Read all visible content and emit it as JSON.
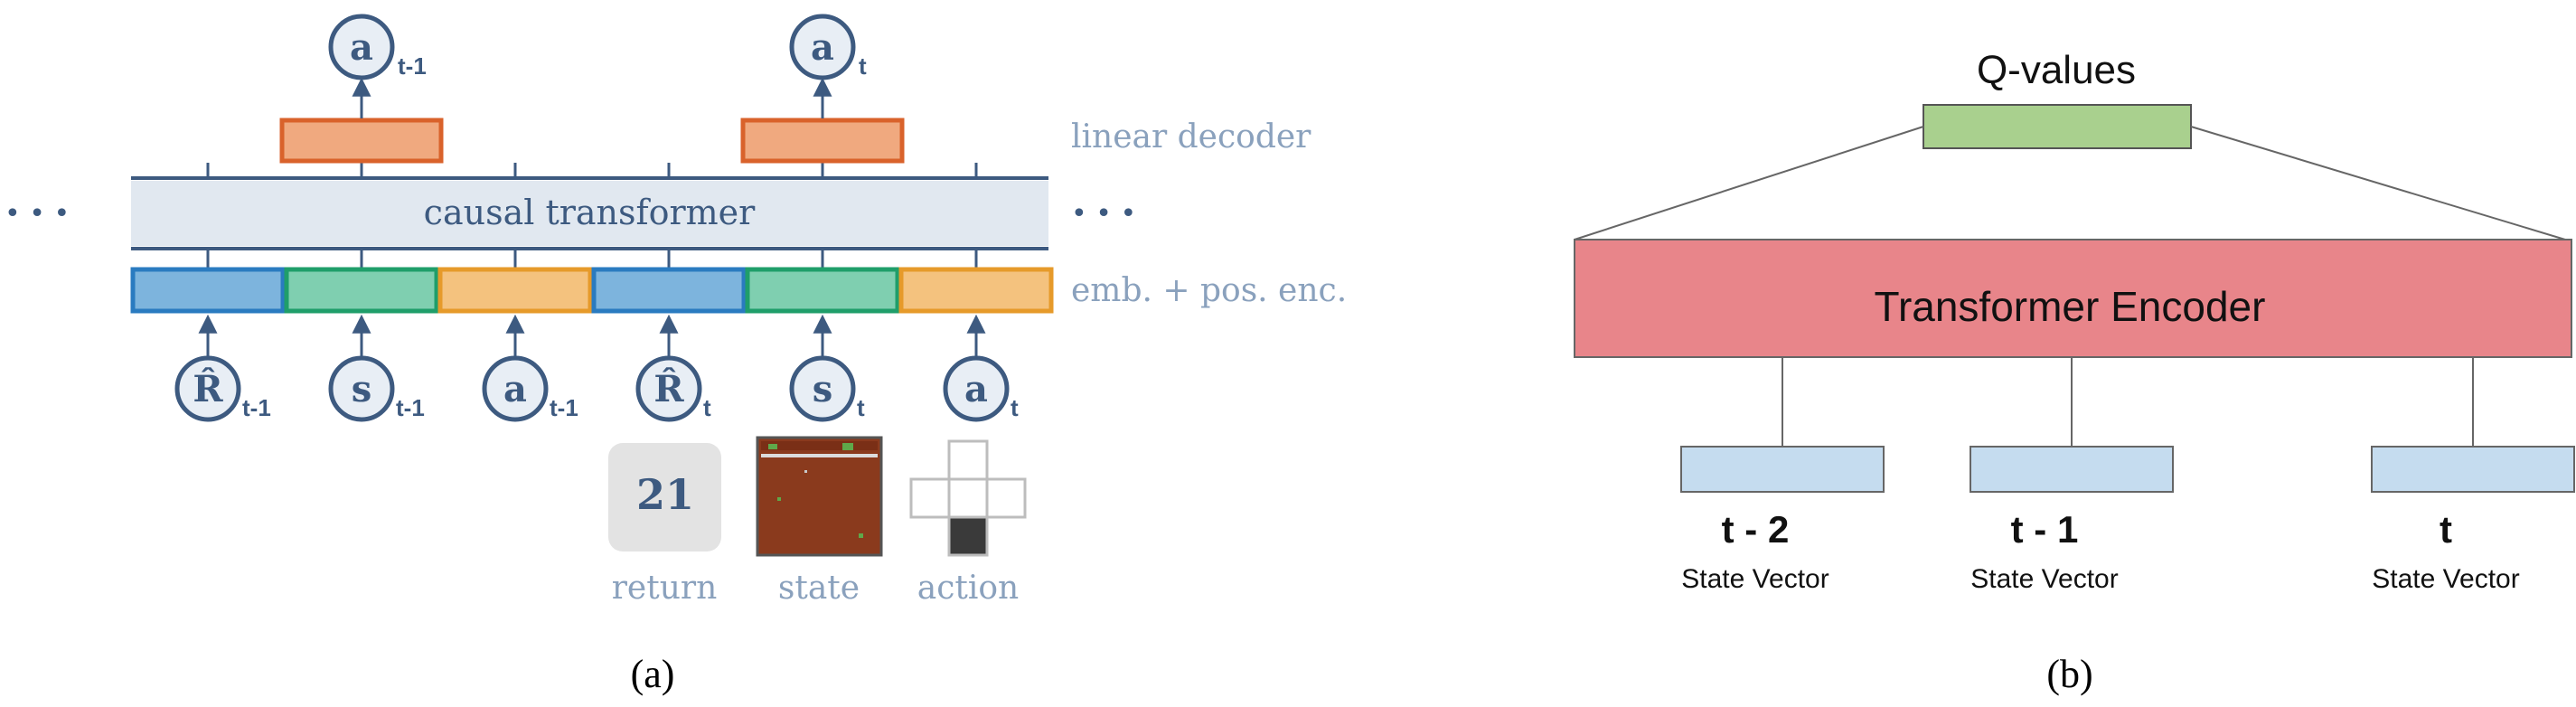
{
  "panel_a": {
    "caption": "(a)",
    "core_label": "causal transformer",
    "decoder_label": "linear decoder",
    "embedding_label": "emb. + pos. enc.",
    "ellipsis": "• • •",
    "outputs": [
      {
        "symbol": "a",
        "subscript": "t-1"
      },
      {
        "symbol": "a",
        "subscript": "t"
      }
    ],
    "inputs": [
      {
        "symbol": "R̂",
        "subscript": "t-1",
        "color": "#7db4dd"
      },
      {
        "symbol": "s",
        "subscript": "t-1",
        "color": "#7fcfb0"
      },
      {
        "symbol": "a",
        "subscript": "t-1",
        "color": "#f4c27e"
      },
      {
        "symbol": "R̂",
        "subscript": "t",
        "color": "#7db4dd"
      },
      {
        "symbol": "s",
        "subscript": "t",
        "color": "#7fcfb0"
      },
      {
        "symbol": "a",
        "subscript": "t",
        "color": "#f4c27e"
      }
    ],
    "examples": {
      "return_value": "21",
      "return_label": "return",
      "state_label": "state",
      "action_label": "action"
    },
    "colors": {
      "ink": "#3d5a80",
      "label": "#8aa1bd",
      "band": "#e1e8f0",
      "decoder_fill": "#f0a97f",
      "decoder_stroke": "#d9622b",
      "return_blue": "#7db4dd",
      "return_blue_stroke": "#2a7bc0",
      "state_green": "#7fcfb0",
      "state_green_stroke": "#1f9e6a",
      "action_orange": "#f4c27e",
      "action_orange_stroke": "#e69a2a",
      "state_image_fill": "#8a3a1d"
    }
  },
  "panel_b": {
    "caption": "(b)",
    "head_label": "Q-values",
    "encoder_label": "Transformer Encoder",
    "inputs": [
      {
        "time": "t - 2",
        "label": "State Vector"
      },
      {
        "time": "t - 1",
        "label": "State Vector"
      },
      {
        "time": "t",
        "label": "State Vector"
      }
    ],
    "colors": {
      "head_fill": "#a9d08e",
      "encoder_fill": "#e8858a",
      "input_fill": "#c5dcef"
    }
  }
}
